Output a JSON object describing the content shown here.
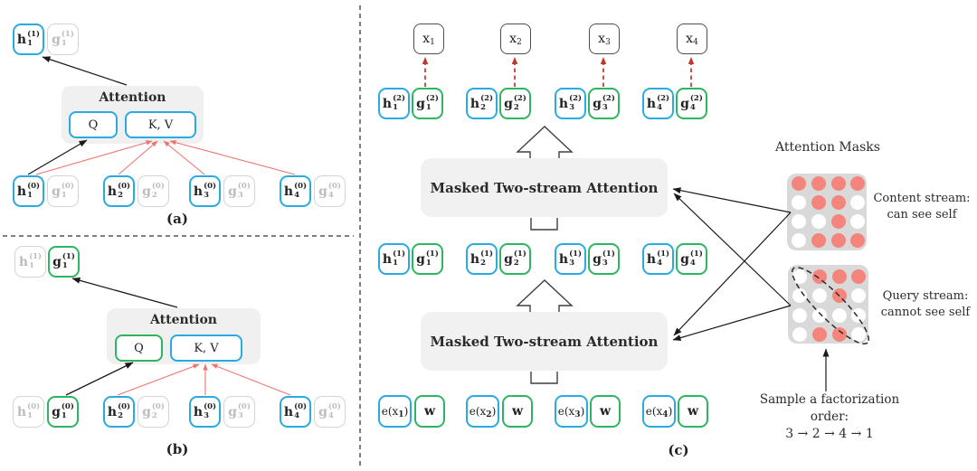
{
  "figure": {
    "panel_a": {
      "label": "(a)",
      "attention_title": "Attention",
      "q_label": "Q",
      "kv_label": "K, V",
      "top_nodes": [
        {
          "base": "h",
          "sub": "1",
          "sup": "(1)",
          "variant": "blue"
        },
        {
          "base": "g",
          "sub": "1",
          "sup": "(1)",
          "variant": "gray"
        }
      ],
      "bottom_nodes": [
        {
          "base": "h",
          "sub": "1",
          "sup": "(0)",
          "variant": "blue"
        },
        {
          "base": "g",
          "sub": "1",
          "sup": "(0)",
          "variant": "gray"
        },
        {
          "base": "h",
          "sub": "2",
          "sup": "(0)",
          "variant": "blue"
        },
        {
          "base": "g",
          "sub": "2",
          "sup": "(0)",
          "variant": "gray"
        },
        {
          "base": "h",
          "sub": "3",
          "sup": "(0)",
          "variant": "blue"
        },
        {
          "base": "g",
          "sub": "3",
          "sup": "(0)",
          "variant": "gray"
        },
        {
          "base": "h",
          "sub": "4",
          "sup": "(0)",
          "variant": "blue"
        },
        {
          "base": "g",
          "sub": "4",
          "sup": "(0)",
          "variant": "gray"
        }
      ]
    },
    "panel_b": {
      "label": "(b)",
      "attention_title": "Attention",
      "q_label": "Q",
      "kv_label": "K, V",
      "top_nodes": [
        {
          "base": "h",
          "sub": "1",
          "sup": "(1)",
          "variant": "gray"
        },
        {
          "base": "g",
          "sub": "1",
          "sup": "(1)",
          "variant": "green"
        }
      ],
      "bottom_nodes": [
        {
          "base": "h",
          "sub": "1",
          "sup": "(0)",
          "variant": "gray"
        },
        {
          "base": "g",
          "sub": "1",
          "sup": "(0)",
          "variant": "green"
        },
        {
          "base": "h",
          "sub": "2",
          "sup": "(0)",
          "variant": "blue"
        },
        {
          "base": "g",
          "sub": "2",
          "sup": "(0)",
          "variant": "gray"
        },
        {
          "base": "h",
          "sub": "3",
          "sup": "(0)",
          "variant": "blue"
        },
        {
          "base": "g",
          "sub": "3",
          "sup": "(0)",
          "variant": "gray"
        },
        {
          "base": "h",
          "sub": "4",
          "sup": "(0)",
          "variant": "blue"
        },
        {
          "base": "g",
          "sub": "4",
          "sup": "(0)",
          "variant": "gray"
        }
      ]
    },
    "panel_c": {
      "label": "(c)",
      "attention_box_top": "Masked Two-stream Attention",
      "attention_box_bottom": "Masked Two-stream Attention",
      "x_nodes": [
        {
          "base": "x",
          "sub": "1",
          "variant": "dark"
        },
        {
          "base": "x",
          "sub": "2",
          "variant": "dark"
        },
        {
          "base": "x",
          "sub": "3",
          "variant": "dark"
        },
        {
          "base": "x",
          "sub": "4",
          "variant": "dark"
        }
      ],
      "layer2_nodes": [
        {
          "base": "h",
          "sub": "1",
          "sup": "(2)",
          "variant": "blue"
        },
        {
          "base": "g",
          "sub": "1",
          "sup": "(2)",
          "variant": "green"
        },
        {
          "base": "h",
          "sub": "2",
          "sup": "(2)",
          "variant": "blue"
        },
        {
          "base": "g",
          "sub": "2",
          "sup": "(2)",
          "variant": "green"
        },
        {
          "base": "h",
          "sub": "3",
          "sup": "(2)",
          "variant": "blue"
        },
        {
          "base": "g",
          "sub": "3",
          "sup": "(2)",
          "variant": "green"
        },
        {
          "base": "h",
          "sub": "4",
          "sup": "(2)",
          "variant": "blue"
        },
        {
          "base": "g",
          "sub": "4",
          "sup": "(2)",
          "variant": "green"
        }
      ],
      "layer1_nodes": [
        {
          "base": "h",
          "sub": "1",
          "sup": "(1)",
          "variant": "blue"
        },
        {
          "base": "g",
          "sub": "1",
          "sup": "(1)",
          "variant": "green"
        },
        {
          "base": "h",
          "sub": "2",
          "sup": "(1)",
          "variant": "blue"
        },
        {
          "base": "g",
          "sub": "2",
          "sup": "(1)",
          "variant": "green"
        },
        {
          "base": "h",
          "sub": "3",
          "sup": "(1)",
          "variant": "blue"
        },
        {
          "base": "g",
          "sub": "3",
          "sup": "(1)",
          "variant": "green"
        },
        {
          "base": "h",
          "sub": "4",
          "sup": "(1)",
          "variant": "blue"
        },
        {
          "base": "g",
          "sub": "4",
          "sup": "(1)",
          "variant": "green"
        }
      ],
      "input_nodes": [
        {
          "pre": "e(x",
          "sub": "1",
          "post": ")",
          "variant": "blue"
        },
        {
          "base": "w",
          "variant": "green"
        },
        {
          "pre": "e(x",
          "sub": "2",
          "post": ")",
          "variant": "blue"
        },
        {
          "base": "w",
          "variant": "green"
        },
        {
          "pre": "e(x",
          "sub": "3",
          "post": ")",
          "variant": "blue"
        },
        {
          "base": "w",
          "variant": "green"
        },
        {
          "pre": "e(x",
          "sub": "4",
          "post": ")",
          "variant": "blue"
        },
        {
          "base": "w",
          "variant": "green"
        }
      ]
    },
    "masks": {
      "title": "Attention Masks",
      "content": {
        "caption_line1": "Content stream:",
        "caption_line2": "can see self",
        "grid": [
          [
            1,
            1,
            1,
            1
          ],
          [
            0,
            1,
            1,
            0
          ],
          [
            0,
            0,
            1,
            0
          ],
          [
            0,
            1,
            1,
            1
          ]
        ]
      },
      "query": {
        "caption_line1": "Query stream:",
        "caption_line2": "cannot see self",
        "grid": [
          [
            0,
            1,
            1,
            1
          ],
          [
            0,
            0,
            1,
            0
          ],
          [
            0,
            0,
            0,
            0
          ],
          [
            0,
            1,
            1,
            0
          ]
        ]
      },
      "footnote_line1": "Sample a factorization order:",
      "footnote_line2": "3 → 2 → 4 → 1"
    },
    "colors": {
      "stream_blue": "#29abe2",
      "stream_green": "#2db561",
      "faded_gray": "#d4d4d4",
      "mask_bg": "#d9d9d9",
      "mask_red": "#f3857c",
      "arrow_red": "#f2736c",
      "dashed_red": "#c03530",
      "arrow_black": "#1a1a1a"
    }
  }
}
